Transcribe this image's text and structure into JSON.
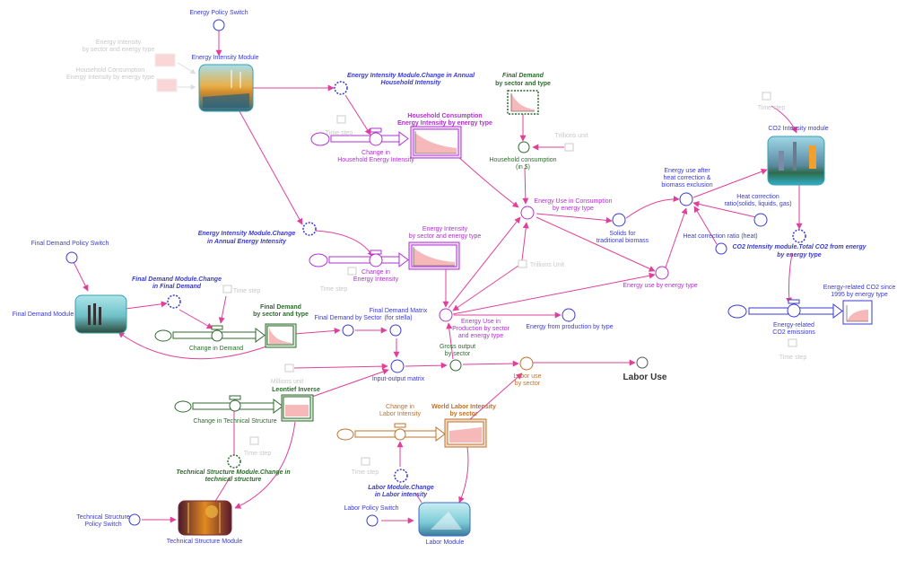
{
  "diagram": {
    "title": "System dynamics model: Energy, CO2, Final Demand, Technical Structure and Labor modules",
    "colors": {
      "link": "#e0409a",
      "module_label": "#3a3ad0",
      "energy": "#b030d0",
      "final_demand": "#2f6a2f",
      "labor": "#c07028",
      "ghost": "#c8c8c8",
      "stock_fill": "#f6b8b8"
    },
    "modules": {
      "energy_intensity": "Energy Intensity Module",
      "co2_intensity": "CO2 Intensity module",
      "final_demand": "Final Demand Module",
      "technical_structure": "Technical Structure Module",
      "labor": "Labor Module"
    },
    "switches": {
      "energy_policy": "Energy Policy Switch",
      "final_demand_policy": "Final Demand Policy Switch",
      "technical_structure_policy_1": "Technical Structure",
      "technical_structure_policy_2": "Policy Switch",
      "labor_policy": "Labor Policy Switch"
    },
    "ghost_inputs": {
      "ei_sector_1": "Energy Intensity",
      "ei_sector_2": "by sector and energy type",
      "hh_ei_1": "Household Consumption",
      "hh_ei_2": "Energy Intensity by energy type",
      "time_step": "Time step",
      "trillions_unit": "Trillions unit",
      "trillions_unit_2": "Trillions Unit",
      "millions_unit": "Millions unit"
    },
    "module_outputs": {
      "ei_household_1": "Energy Intensity Module.Change in Annual",
      "ei_household_2": "Household Intensity",
      "ei_annual_1": "Energy Intensity Module.Change",
      "ei_annual_2": "in Annual Energy Intensity",
      "fd_change_1": "Final Demand Module.Change",
      "fd_change_2": "in Final Demand",
      "ts_change_1": "Technical Structure Module.Change in",
      "ts_change_2": "technical structure",
      "labor_change_1": "Labor Module.Change",
      "labor_change_2": "in Labor intensity",
      "co2_total_1": "CO2 Intensity module.Total CO2 from energy",
      "co2_total_2": "by energy type"
    },
    "stocks": {
      "hh_ei_1": "Household Consumption",
      "hh_ei_2": "Energy Intensity by energy type",
      "ei_sector_1": "Energy Intensity",
      "ei_sector_2": "by sector and energy type",
      "fd_top_1": "Final Demand",
      "fd_top_2": "by sector and type",
      "fd_1": "Final Demand",
      "fd_2": "by sector and type",
      "leontief": "Leontief Inverse",
      "labor_1": "World Labor Intensity",
      "labor_2": "by sector",
      "co2_1": "Energy-related CO2 since",
      "co2_2": "1995 by energy type"
    },
    "flows": {
      "hh_ei_1": "Change in",
      "hh_ei_2": "Household Energy Intensity",
      "ei_1": "Change in",
      "ei_2": "Energy Intensity",
      "demand": "Change in Demand",
      "tech": "Change in Technical Structure",
      "labor_1": "Change in",
      "labor_2": "Labor Intensity",
      "co2_1": "Energy-related",
      "co2_2": "CO2 emissions"
    },
    "converters": {
      "hh_consumption_1": "Household consumption",
      "hh_consumption_2": "(in $)",
      "eu_consumption_1": "Energy Use in Consumption",
      "eu_consumption_2": "by energy type",
      "solids_1": "Solids for",
      "solids_2": "traditional biomass",
      "eu_after_1": "Energy use after",
      "eu_after_2": "heat correction &",
      "eu_after_3": "biomass exclusion",
      "heat_ratio_1": "Heat correction",
      "heat_ratio_2": "ratio(solids, liquids, gas)",
      "heat_ratio_heat": "Heat correction ratio (heat)",
      "eu_by_type": "Energy use by energy type",
      "fd_by_sector": "Final Demand by Sector",
      "fd_matrix_1": "Final Demand Matrix",
      "fd_matrix_2": "(for stella)",
      "eu_production_1": "Energy Use in",
      "eu_production_2": "Production by sector",
      "eu_production_3": "and energy type",
      "energy_from_production": "Energy from production by type",
      "gross_output_1": "Gross output",
      "gross_output_2": "by sector",
      "io_matrix": "Input-output matrix",
      "labor_use_sector_1": "Labor use",
      "labor_use_sector_2": "by sector",
      "labor_use": "Labor Use"
    }
  }
}
